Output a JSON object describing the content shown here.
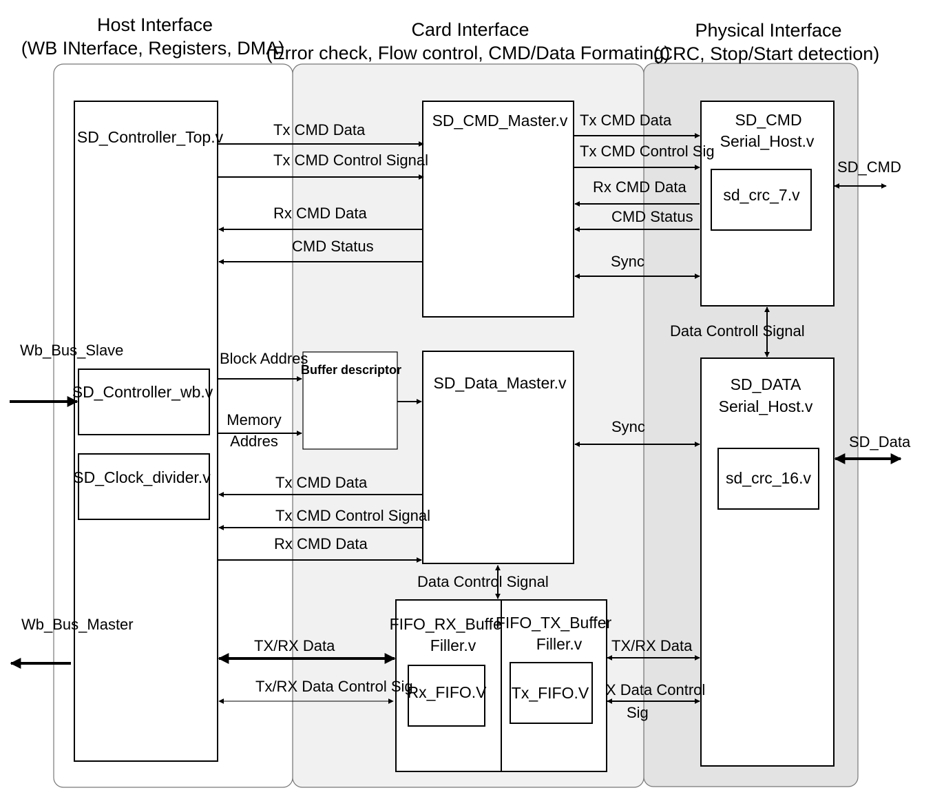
{
  "regions": {
    "host": {
      "title": "Host Interface",
      "subtitle": "(WB INterface, Registers, DMA)"
    },
    "card": {
      "title": "Card Interface",
      "subtitle": "(Error check, Flow control, CMD/Data Formating)"
    },
    "physical": {
      "title": "Physical Interface",
      "subtitle": "(CRC, Stop/Start detection)"
    }
  },
  "blocks": {
    "controller_top": "SD_Controller_Top.v",
    "controller_wb": "SD_Controller_wb.v",
    "clock_divider": "SD_Clock_divider.v",
    "cmd_master": "SD_CMD_Master.v",
    "buffer_descriptor": "Buffer descriptor",
    "data_master": "SD_Data_Master.v",
    "fifo_rx_l1": "FIFO_RX_Buffer",
    "fifo_rx_l2": "Filler.v",
    "rx_fifo": "Rx_FIFO.V",
    "fifo_tx_l1": "FIFO_TX_Buffer",
    "fifo_tx_l2": "Filler.v",
    "tx_fifo": "Tx_FIFO.V",
    "cmd_serial_l1": "SD_CMD",
    "cmd_serial_l2": "Serial_Host.v",
    "crc7": "sd_crc_7.v",
    "data_serial_l1": "SD_DATA",
    "data_serial_l2": "Serial_Host.v",
    "crc16": "sd_crc_16.v"
  },
  "signals": {
    "top_tx_cmd_data": "Tx CMD Data",
    "top_tx_cmd_ctrl": "Tx CMD Control Signal",
    "top_rx_cmd_data": "Rx CMD Data",
    "top_cmd_status": "CMD Status",
    "right_tx_cmd_data": "Tx CMD Data",
    "right_tx_cmd_ctrl": "Tx CMD Control Sig",
    "right_rx_cmd_data": "Rx CMD Data",
    "right_cmd_status": "CMD Status",
    "sync_cmd": "Sync",
    "sd_cmd": "SD_CMD",
    "data_controll_signal": "Data Controll Signal",
    "wb_bus_slave": "Wb_Bus_Slave",
    "block_addres": "Block Addres",
    "memory": "Memory",
    "addres": "Addres",
    "sync_data": "Sync",
    "sd_data": "SD_Data",
    "low_tx_cmd_data": "Tx CMD Data",
    "low_tx_cmd_ctrl": "Tx CMD Control Signal",
    "low_rx_cmd_data": "Rx CMD Data",
    "data_control_signal": "Data Control Signal",
    "wb_bus_master": "Wb_Bus_Master",
    "txrx_data_left": "TX/RX Data",
    "txrx_ctrl_left": "Tx/RX Data Control Sig",
    "txrx_data_right": "TX/RX Data",
    "txrx_ctrl_right_l1": "X Data Control",
    "txrx_ctrl_right_l2": "Sig"
  }
}
